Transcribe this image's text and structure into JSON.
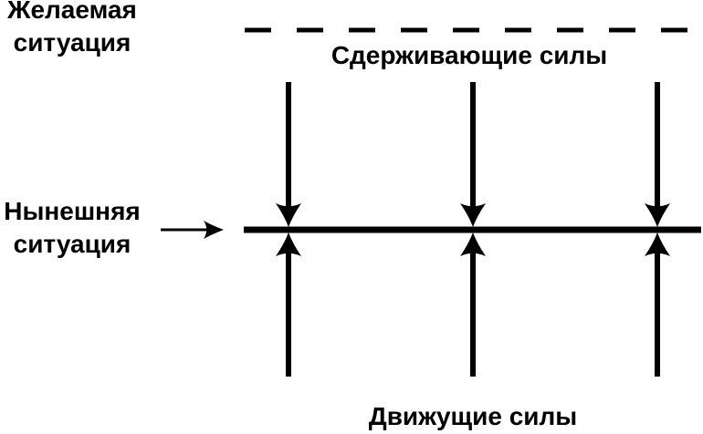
{
  "colors": {
    "ink": "#000000",
    "background": "#ffffff"
  },
  "labels": {
    "desired_situation": {
      "line1": "Желаемая",
      "line2": "ситуация"
    },
    "current_situation": {
      "line1": "Нынешняя",
      "line2": "ситуация"
    },
    "restraining_forces": "Сдерживающие силы",
    "driving_forces": "Движущие силы"
  },
  "diagram": {
    "type": "force-field-analysis",
    "restraining_arrows_count": 3,
    "driving_arrows_count": 3,
    "desired_situation_line_style": "dashed",
    "current_situation_line_style": "solid"
  }
}
